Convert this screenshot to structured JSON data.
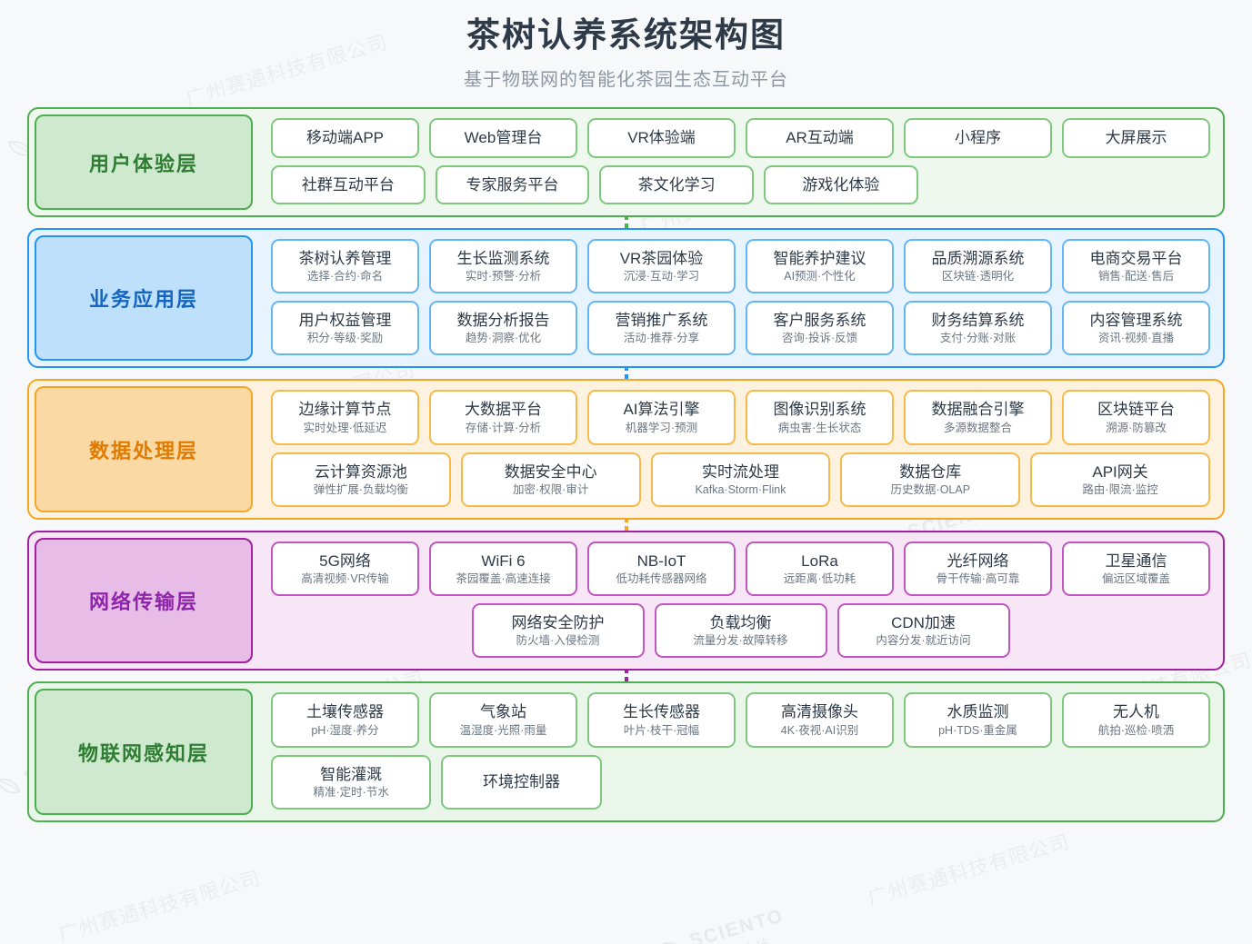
{
  "header": {
    "title": "茶树认养系统架构图",
    "subtitle": "基于物联网的智能化茶园生态互动平台"
  },
  "watermark": {
    "brand_en": "SCIENTO",
    "brand_cn": "赛通科技",
    "company": "广州赛通科技有限公司"
  },
  "layers": [
    {
      "label": "用户体验层",
      "colors": {
        "border": "#4caf50",
        "fill": "#eef8ee",
        "label_fill": "#cfe9cf",
        "text": "#2e7d32",
        "card_border": "#7ec87e"
      },
      "rows": [
        [
          {
            "title": "移动端APP",
            "sub": ""
          },
          {
            "title": "Web管理台",
            "sub": ""
          },
          {
            "title": "VR体验端",
            "sub": ""
          },
          {
            "title": "AR互动端",
            "sub": ""
          },
          {
            "title": "小程序",
            "sub": ""
          },
          {
            "title": "大屏展示",
            "sub": ""
          }
        ],
        [
          {
            "title": "社群互动平台",
            "sub": ""
          },
          {
            "title": "专家服务平台",
            "sub": ""
          },
          {
            "title": "茶文化学习",
            "sub": ""
          },
          {
            "title": "游戏化体验",
            "sub": ""
          }
        ]
      ],
      "row_modes": [
        "full",
        "partial4"
      ]
    },
    {
      "label": "业务应用层",
      "colors": {
        "border": "#2196f3",
        "fill": "#e7f3fd",
        "label_fill": "#bfe0fa",
        "text": "#1565c0",
        "card_border": "#64b5f6"
      },
      "rows": [
        [
          {
            "title": "茶树认养管理",
            "sub": "选择·合约·命名"
          },
          {
            "title": "生长监测系统",
            "sub": "实时·预警·分析"
          },
          {
            "title": "VR茶园体验",
            "sub": "沉浸·互动·学习"
          },
          {
            "title": "智能养护建议",
            "sub": "AI预测·个性化"
          },
          {
            "title": "品质溯源系统",
            "sub": "区块链·透明化"
          },
          {
            "title": "电商交易平台",
            "sub": "销售·配送·售后"
          }
        ],
        [
          {
            "title": "用户权益管理",
            "sub": "积分·等级·奖励"
          },
          {
            "title": "数据分析报告",
            "sub": "趋势·洞察·优化"
          },
          {
            "title": "营销推广系统",
            "sub": "活动·推荐·分享"
          },
          {
            "title": "客户服务系统",
            "sub": "咨询·投诉·反馈"
          },
          {
            "title": "财务结算系统",
            "sub": "支付·分账·对账"
          },
          {
            "title": "内容管理系统",
            "sub": "资讯·视频·直播"
          }
        ]
      ],
      "row_modes": [
        "full",
        "full"
      ]
    },
    {
      "label": "数据处理层",
      "colors": {
        "border": "#f5a623",
        "fill": "#fdf1e0",
        "label_fill": "#fbd9a5",
        "text": "#e07b00",
        "card_border": "#f6b94a"
      },
      "rows": [
        [
          {
            "title": "边缘计算节点",
            "sub": "实时处理·低延迟"
          },
          {
            "title": "大数据平台",
            "sub": "存储·计算·分析"
          },
          {
            "title": "AI算法引擎",
            "sub": "机器学习·预测"
          },
          {
            "title": "图像识别系统",
            "sub": "病虫害·生长状态"
          },
          {
            "title": "数据融合引擎",
            "sub": "多源数据整合"
          },
          {
            "title": "区块链平台",
            "sub": "溯源·防篡改"
          }
        ],
        [
          {
            "title": "云计算资源池",
            "sub": "弹性扩展·负载均衡"
          },
          {
            "title": "数据安全中心",
            "sub": "加密·权限·审计"
          },
          {
            "title": "实时流处理",
            "sub": "Kafka·Storm·Flink"
          },
          {
            "title": "数据仓库",
            "sub": "历史数据·OLAP"
          },
          {
            "title": "API网关",
            "sub": "路由·限流·监控"
          }
        ]
      ],
      "row_modes": [
        "full",
        "full"
      ]
    },
    {
      "label": "网络传输层",
      "colors": {
        "border": "#a020a0",
        "fill": "#f6e6f6",
        "label_fill": "#e7bce7",
        "text": "#8e24aa",
        "card_border": "#c155c1"
      },
      "rows": [
        [
          {
            "title": "5G网络",
            "sub": "高清视频·VR传输"
          },
          {
            "title": "WiFi 6",
            "sub": "茶园覆盖·高速连接"
          },
          {
            "title": "NB-IoT",
            "sub": "低功耗传感器网络"
          },
          {
            "title": "LoRa",
            "sub": "远距离·低功耗"
          },
          {
            "title": "光纤网络",
            "sub": "骨干传输·高可靠"
          },
          {
            "title": "卫星通信",
            "sub": "偏远区域覆盖"
          }
        ],
        [
          {
            "title": "网络安全防护",
            "sub": "防火墙·入侵检测"
          },
          {
            "title": "负载均衡",
            "sub": "流量分发·故障转移"
          },
          {
            "title": "CDN加速",
            "sub": "内容分发·就近访问"
          }
        ]
      ],
      "row_modes": [
        "full",
        "center3"
      ]
    },
    {
      "label": "物联网感知层",
      "colors": {
        "border": "#4caf50",
        "fill": "#eaf6ea",
        "label_fill": "#cfe9cf",
        "text": "#2e7d32",
        "card_border": "#7ec87e"
      },
      "rows": [
        [
          {
            "title": "土壤传感器",
            "sub": "pH·湿度·养分"
          },
          {
            "title": "气象站",
            "sub": "温湿度·光照·雨量"
          },
          {
            "title": "生长传感器",
            "sub": "叶片·枝干·冠幅"
          },
          {
            "title": "高清摄像头",
            "sub": "4K·夜视·AI识别"
          },
          {
            "title": "水质监测",
            "sub": "pH·TDS·重金属"
          },
          {
            "title": "无人机",
            "sub": "航拍·巡检·喷洒"
          }
        ],
        [
          {
            "title": "智能灌溉",
            "sub": "精准·定时·节水"
          },
          {
            "title": "环境控制器",
            "sub": ""
          }
        ]
      ],
      "row_modes": [
        "full",
        "partial2"
      ]
    }
  ]
}
